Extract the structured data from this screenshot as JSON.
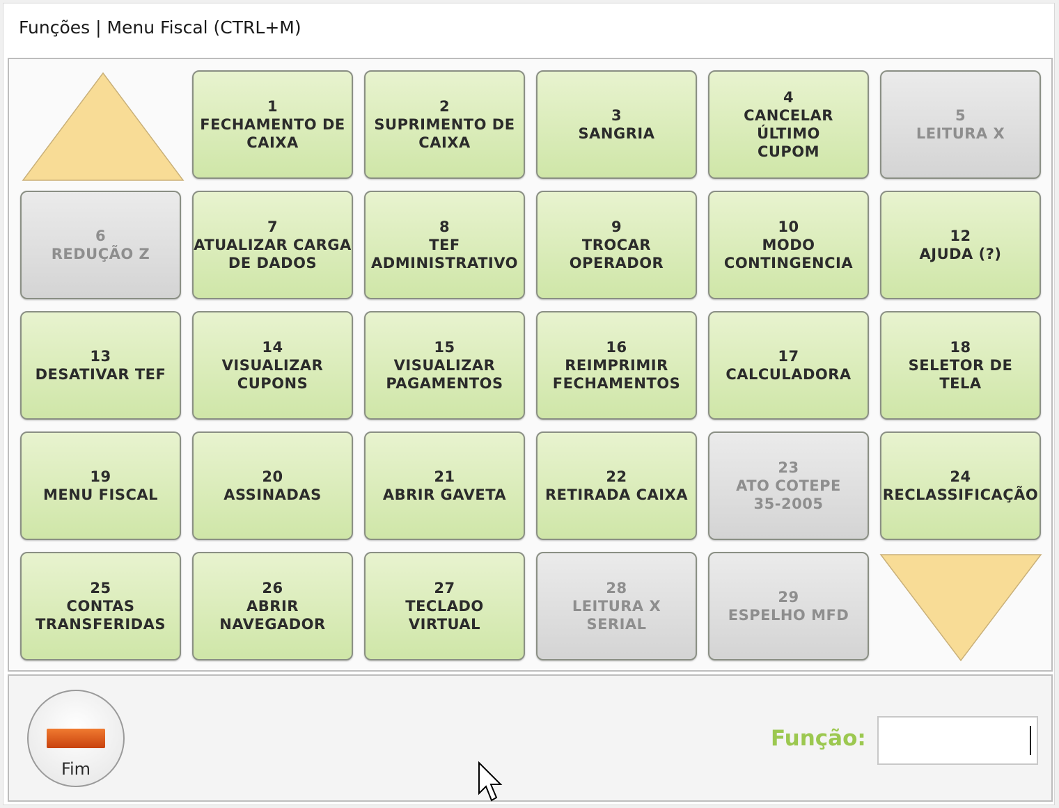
{
  "window": {
    "title": "Funções | Menu Fiscal (CTRL+M)"
  },
  "nav": {
    "up_icon": "triangle-up-icon",
    "down_icon": "triangle-down-icon",
    "arrow_color": "#f8dc96"
  },
  "tiles": [
    {
      "num": "1",
      "label": "FECHAMENTO DE\nCAIXA",
      "enabled": true
    },
    {
      "num": "2",
      "label": "SUPRIMENTO DE\nCAIXA",
      "enabled": true
    },
    {
      "num": "3",
      "label": "SANGRIA",
      "enabled": true
    },
    {
      "num": "4",
      "label": "CANCELAR ÚLTIMO\nCUPOM",
      "enabled": true
    },
    {
      "num": "5",
      "label": "LEITURA X",
      "enabled": false
    },
    {
      "num": "6",
      "label": "REDUÇÃO Z",
      "enabled": false
    },
    {
      "num": "7",
      "label": "ATUALIZAR CARGA\nDE DADOS",
      "enabled": true
    },
    {
      "num": "8",
      "label": "TEF\nADMINISTRATIVO",
      "enabled": true
    },
    {
      "num": "9",
      "label": "TROCAR\nOPERADOR",
      "enabled": true
    },
    {
      "num": "10",
      "label": "MODO\nCONTINGENCIA",
      "enabled": true
    },
    {
      "num": "12",
      "label": "AJUDA (?)",
      "enabled": true
    },
    {
      "num": "13",
      "label": "DESATIVAR TEF",
      "enabled": true
    },
    {
      "num": "14",
      "label": "VISUALIZAR\nCUPONS",
      "enabled": true
    },
    {
      "num": "15",
      "label": "VISUALIZAR\nPAGAMENTOS",
      "enabled": true
    },
    {
      "num": "16",
      "label": "REIMPRIMIR\nFECHAMENTOS",
      "enabled": true
    },
    {
      "num": "17",
      "label": "CALCULADORA",
      "enabled": true
    },
    {
      "num": "18",
      "label": "SELETOR DE\nTELA",
      "enabled": true
    },
    {
      "num": "19",
      "label": "MENU FISCAL",
      "enabled": true
    },
    {
      "num": "20",
      "label": "ASSINADAS",
      "enabled": true
    },
    {
      "num": "21",
      "label": "ABRIR GAVETA",
      "enabled": true
    },
    {
      "num": "22",
      "label": "RETIRADA CAIXA",
      "enabled": true
    },
    {
      "num": "23",
      "label": "ATO COTEPE\n35-2005",
      "enabled": false
    },
    {
      "num": "24",
      "label": "RECLASSIFICAÇÃO",
      "enabled": true
    },
    {
      "num": "25",
      "label": "CONTAS\nTRANSFERIDAS",
      "enabled": true
    },
    {
      "num": "26",
      "label": "ABRIR\nNAVEGADOR",
      "enabled": true
    },
    {
      "num": "27",
      "label": "TECLADO\nVIRTUAL",
      "enabled": true
    },
    {
      "num": "28",
      "label": "LEITURA X\nSERIAL",
      "enabled": false
    },
    {
      "num": "29",
      "label": "ESPELHO MFD",
      "enabled": false
    }
  ],
  "footer": {
    "fim_label": "Fim",
    "fim_icon": "minus-bar-icon",
    "funcao_label": "Função:",
    "funcao_value": ""
  },
  "colors": {
    "tile_enabled": "#d8ebb8",
    "tile_disabled": "#dedede",
    "funcao_label": "#9cc850",
    "fim_bar": "#e05a1e"
  }
}
